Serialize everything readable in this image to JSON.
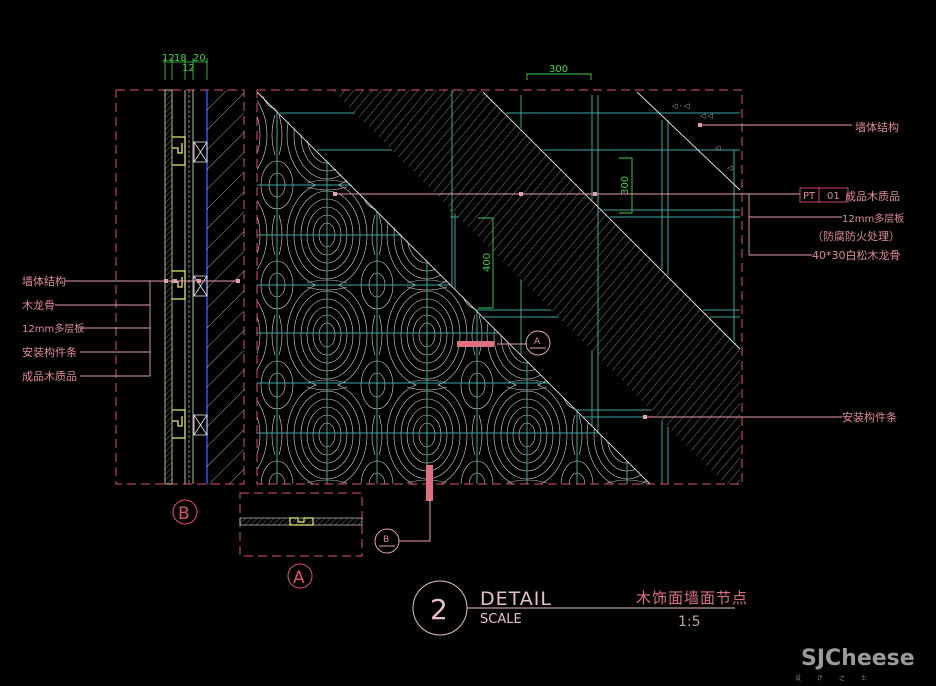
{
  "drawing": {
    "top_dims": {
      "d1": "12",
      "d2": "18",
      "d3": "20",
      "d4": "12"
    },
    "left_labels": [
      "墙体结构",
      "木龙骨",
      "12mm多层板",
      "安装构件条",
      "成品木质品"
    ],
    "right_labels": {
      "wall": "墙体结构",
      "tag_code": "PT",
      "tag_num": "01",
      "finished_wood": "成品木质品",
      "plywood": "12mm多层板",
      "treatment": "（防腐防火处理）",
      "keel": "40*30白松木龙骨",
      "strip": "安装构件条"
    },
    "grid_dims": {
      "top": "300",
      "vertical_right": "300",
      "vertical_mid": "400"
    },
    "section_marks": {
      "a": "A",
      "b": "B"
    },
    "title_block": {
      "number": "2",
      "detail": "DETAIL",
      "scale_label": "SCALE",
      "title_cn": "木饰面墙面节点",
      "scale": "1:5"
    },
    "colors": {
      "background": "#000000",
      "leader": "#e6a0ac",
      "frame": "#e0506a",
      "dimension": "#3fd24a",
      "grid": "#3aa7a0"
    }
  },
  "watermark": {
    "brand": "SJCheese",
    "sub": "设 计 之 士"
  }
}
